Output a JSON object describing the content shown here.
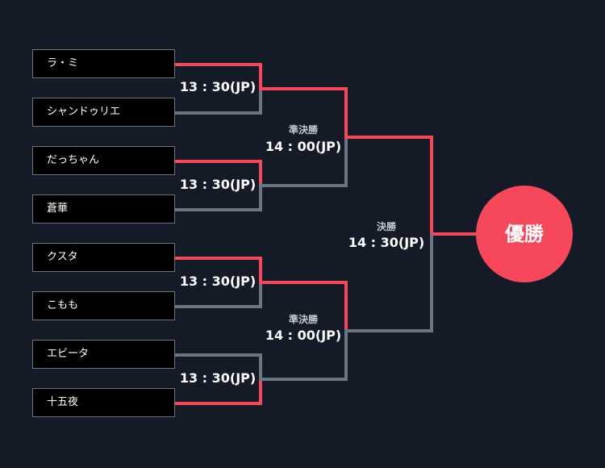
{
  "colors": {
    "background": "#141b26",
    "winner_line": "#f6485a",
    "loser_line": "#6b7682",
    "champion_fill": "#f6485a"
  },
  "players": [
    {
      "name": "ラ・ミ",
      "advanced_rounds": 3
    },
    {
      "name": "シャンドゥリエ",
      "advanced_rounds": 0
    },
    {
      "name": "だっちゃん",
      "advanced_rounds": 1
    },
    {
      "name": "蒼華",
      "advanced_rounds": 0
    },
    {
      "name": "クスタ",
      "advanced_rounds": 2
    },
    {
      "name": "こもも",
      "advanced_rounds": 0
    },
    {
      "name": "エビータ",
      "advanced_rounds": 0
    },
    {
      "name": "十五夜",
      "advanced_rounds": 1
    }
  ],
  "round1": [
    {
      "time": "13 : 30(JP)"
    },
    {
      "time": "13 : 30(JP)"
    },
    {
      "time": "13 : 30(JP)"
    },
    {
      "time": "13 : 30(JP)"
    }
  ],
  "semifinals": [
    {
      "label": "準決勝",
      "time": "14 : 00(JP)"
    },
    {
      "label": "準決勝",
      "time": "14 : 00(JP)"
    }
  ],
  "final": {
    "label": "決勝",
    "time": "14 : 30(JP)"
  },
  "champion": {
    "label": "優勝"
  }
}
